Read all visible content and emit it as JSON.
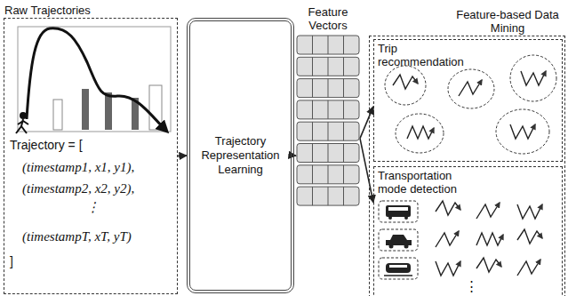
{
  "diagram": {
    "nodes": [
      {
        "text": [
          "Raw Trajectories",
          "Trajectory = [",
          "(timestamp1, x1, y1),",
          "(timestamp2, x2, y2),",
          "⋮",
          "(timestampT, xT, yT)",
          "]"
        ]
      },
      {
        "text": [
          "Trajectory Representation Learning"
        ]
      },
      {
        "text": [
          "Feature Vectors"
        ]
      },
      {
        "text": [
          "Feature-based Data Mining"
        ]
      },
      {
        "text": [
          "Trip recommendation"
        ],
        "in": 3
      },
      {
        "text": [
          "Transportation mode detection"
        ],
        "in": 3
      }
    ],
    "edges": [
      {
        "from": 0,
        "to": 1,
        "arrow": "to"
      },
      {
        "from": 1,
        "to": 2,
        "arrow": "to"
      },
      {
        "from": 2,
        "to": 4,
        "arrow": "to"
      },
      {
        "from": 2,
        "to": 5,
        "arrow": "to"
      }
    ],
    "labels": [
      "⋮"
    ]
  }
}
